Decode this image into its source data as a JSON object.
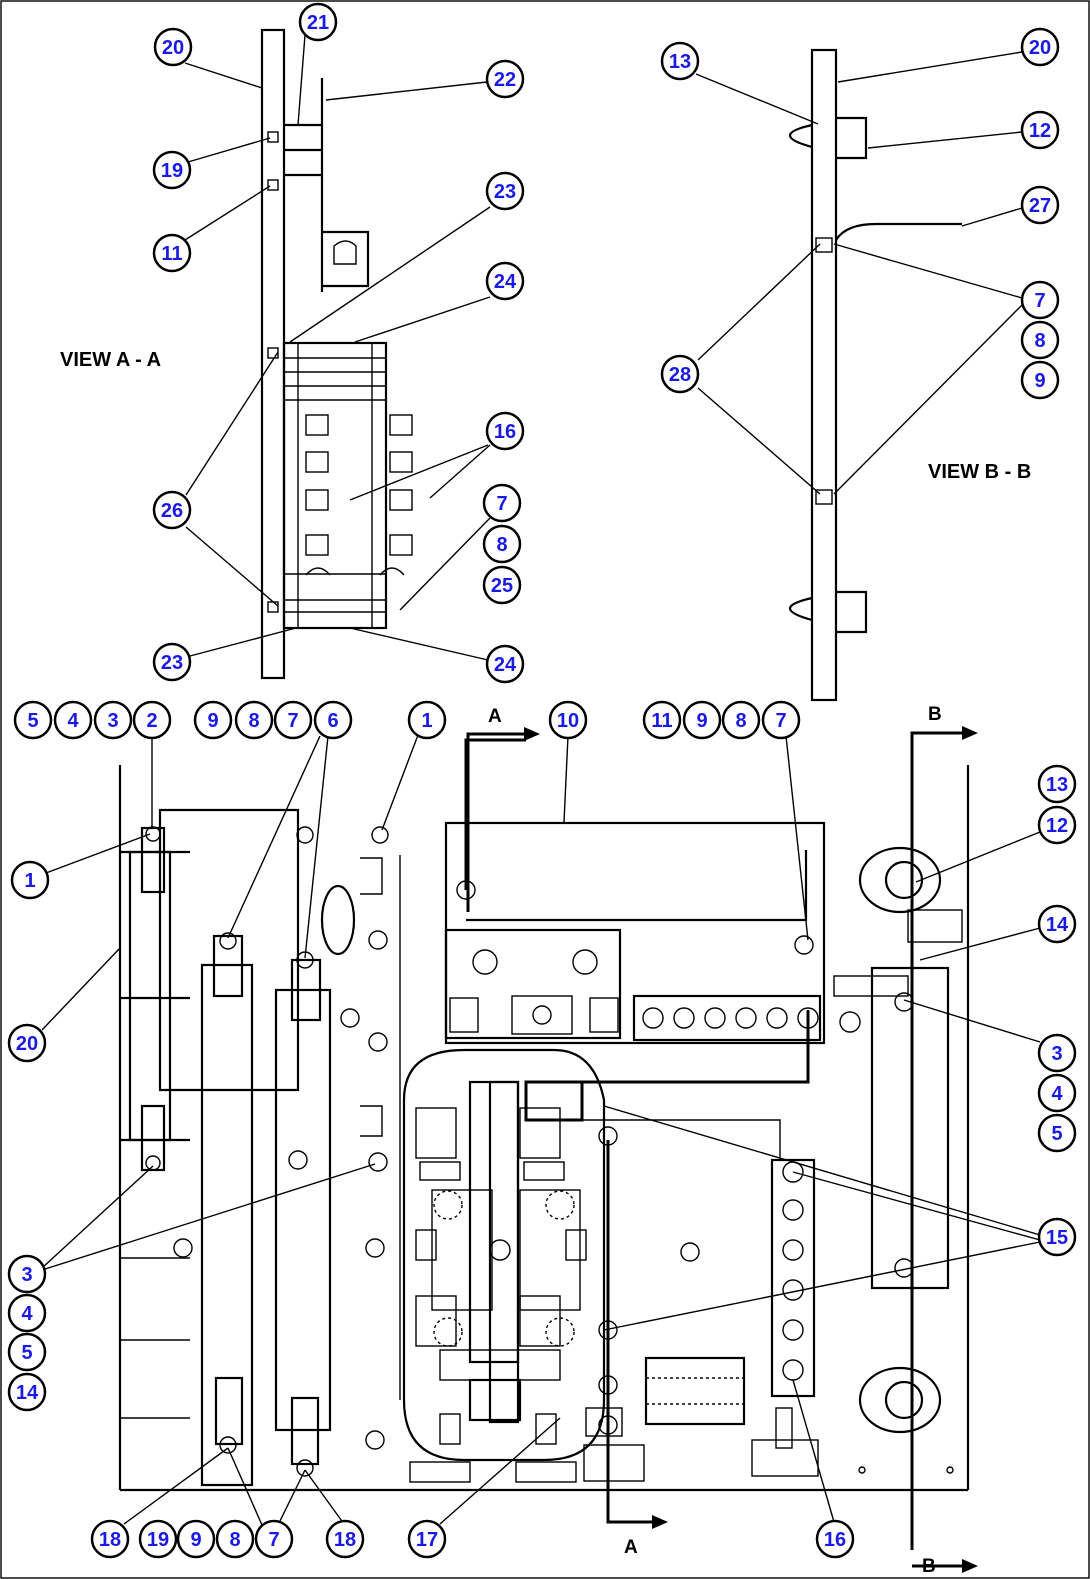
{
  "views": {
    "view_aa": "VIEW A - A",
    "view_bb": "VIEW B - B"
  },
  "section_markers": {
    "a_top": "A",
    "a_bottom": "A",
    "b_top": "B",
    "b_bottom": "B"
  },
  "callouts": [
    "20",
    "21",
    "22",
    "19",
    "11",
    "23",
    "24",
    "16",
    "7",
    "8",
    "25",
    "26",
    "23",
    "24",
    "13",
    "20",
    "12",
    "27",
    "7",
    "8",
    "9",
    "28",
    "5",
    "4",
    "3",
    "2",
    "9",
    "8",
    "7",
    "6",
    "1",
    "10",
    "11",
    "9",
    "8",
    "7",
    "13",
    "12",
    "1",
    "14",
    "20",
    "3",
    "4",
    "5",
    "15",
    "3",
    "4",
    "5",
    "14",
    "18",
    "19",
    "9",
    "8",
    "7",
    "18",
    "17",
    "16"
  ]
}
